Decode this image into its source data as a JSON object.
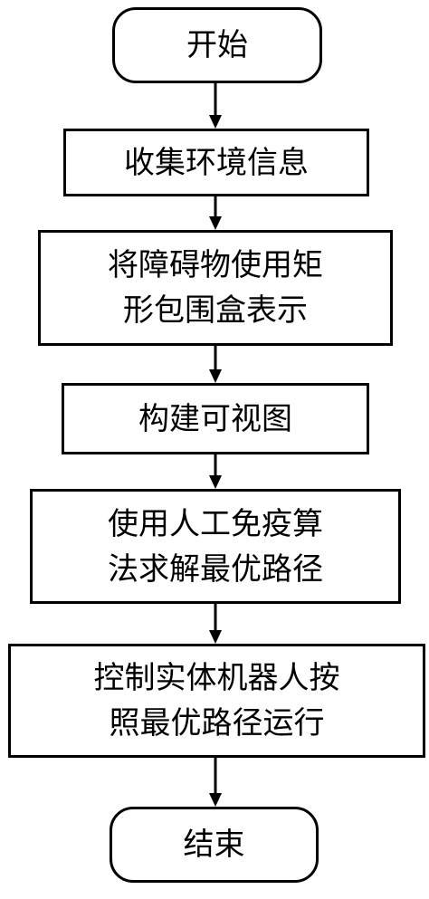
{
  "flowchart": {
    "steps": [
      {
        "id": "start",
        "lines": [
          "开始"
        ]
      },
      {
        "id": "collect",
        "lines": [
          "收集环境信息"
        ]
      },
      {
        "id": "bbox",
        "lines": [
          "将障碍物使用矩",
          "形包围盒表示"
        ]
      },
      {
        "id": "visgraph",
        "lines": [
          "构建可视图"
        ]
      },
      {
        "id": "immune",
        "lines": [
          "使用人工免疫算",
          "法求解最优路径"
        ]
      },
      {
        "id": "control",
        "lines": [
          "控制实体机器人按",
          "照最优路径运行"
        ]
      },
      {
        "id": "end",
        "lines": [
          "结束"
        ]
      }
    ]
  }
}
